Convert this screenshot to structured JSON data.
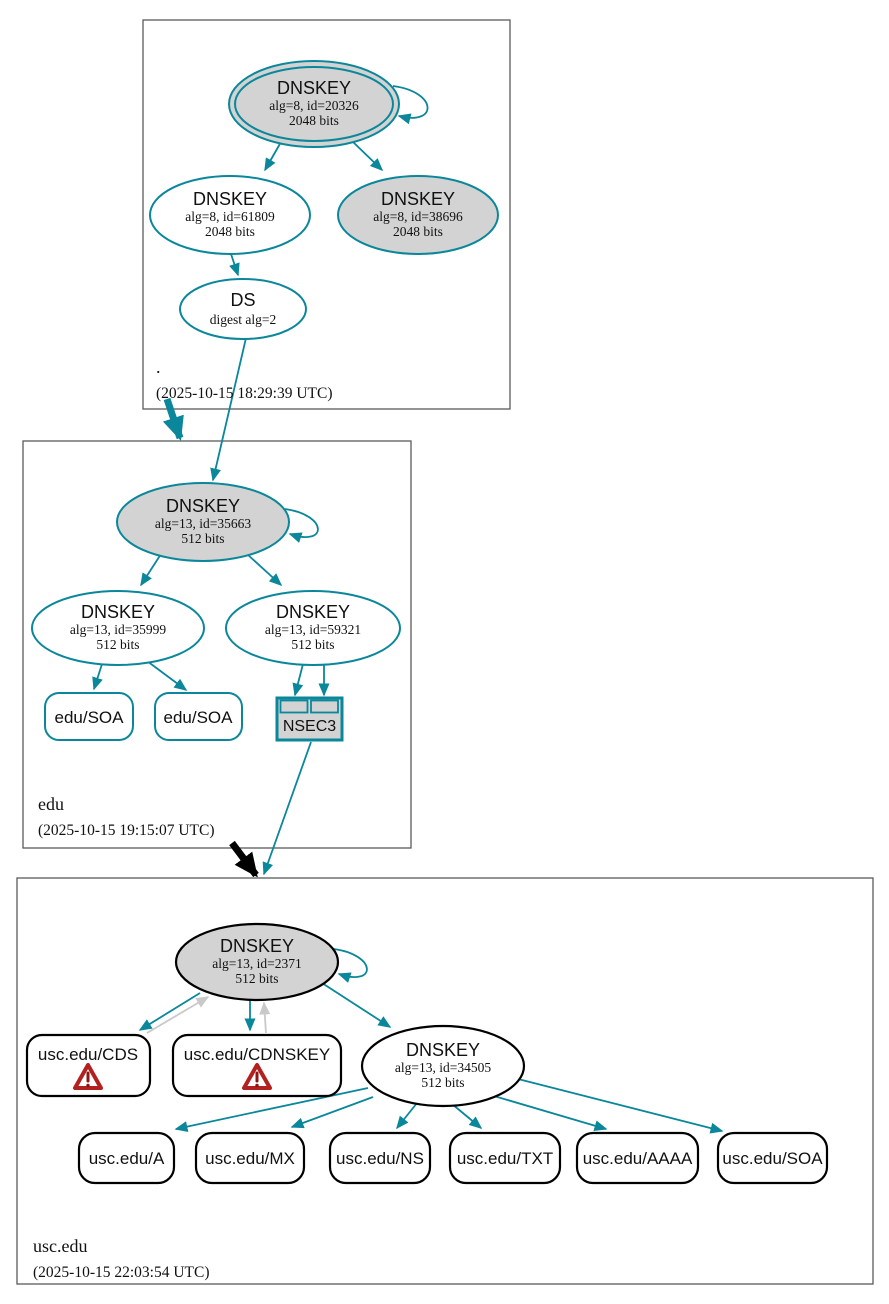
{
  "diagram_type": "dnssec-authentication-chain",
  "colors": {
    "secure_teal": "#0a879a",
    "insecure_black": "#000000",
    "node_fill_gray": "#d3d3d3",
    "node_fill_white": "#ffffff",
    "lame_edge_gray": "#c9c9c9",
    "warning_red": "#b22020",
    "zone_box_border": "#5b5b5b"
  },
  "zones": [
    {
      "label": ".",
      "timestamp": "(2025-10-15 18:29:39 UTC)",
      "nodes": {
        "ksk": {
          "title": "DNSKEY",
          "detail": "alg=8, id=20326",
          "bits": "2048 bits"
        },
        "zsk": {
          "title": "DNSKEY",
          "detail": "alg=8, id=61809",
          "bits": "2048 bits"
        },
        "standby": {
          "title": "DNSKEY",
          "detail": "alg=8, id=38696",
          "bits": "2048 bits"
        },
        "ds": {
          "title": "DS",
          "detail": "digest alg=2"
        }
      }
    },
    {
      "label": "edu",
      "timestamp": "(2025-10-15 19:15:07 UTC)",
      "nodes": {
        "ksk": {
          "title": "DNSKEY",
          "detail": "alg=13, id=35663",
          "bits": "512 bits"
        },
        "zsk1": {
          "title": "DNSKEY",
          "detail": "alg=13, id=35999",
          "bits": "512 bits"
        },
        "zsk2": {
          "title": "DNSKEY",
          "detail": "alg=13, id=59321",
          "bits": "512 bits"
        },
        "soa1": {
          "label": "edu/SOA"
        },
        "soa2": {
          "label": "edu/SOA"
        },
        "nsec3": {
          "label": "NSEC3"
        }
      }
    },
    {
      "label": "usc.edu",
      "timestamp": "(2025-10-15 22:03:54 UTC)",
      "nodes": {
        "ksk": {
          "title": "DNSKEY",
          "detail": "alg=13, id=2371",
          "bits": "512 bits"
        },
        "cds": {
          "label": "usc.edu/CDS"
        },
        "cdnskey": {
          "label": "usc.edu/CDNSKEY"
        },
        "zsk": {
          "title": "DNSKEY",
          "detail": "alg=13, id=34505",
          "bits": "512 bits"
        },
        "rrsets": [
          "usc.edu/A",
          "usc.edu/MX",
          "usc.edu/NS",
          "usc.edu/TXT",
          "usc.edu/AAAA",
          "usc.edu/SOA"
        ]
      }
    }
  ]
}
